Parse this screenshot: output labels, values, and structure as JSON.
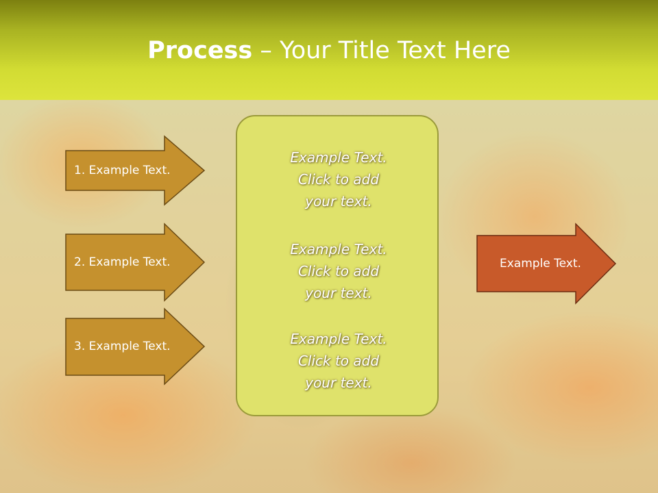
{
  "slide": {
    "title_bold": "Process",
    "title_rest": " – Your Title Text Here"
  },
  "left_arrows": [
    {
      "label": "1. Example Text."
    },
    {
      "label": "2. Example Text."
    },
    {
      "label": "3. Example Text."
    }
  ],
  "center_panel": {
    "blocks": [
      {
        "line1": "Example Text.",
        "line2": "Click  to add",
        "line3": "your text."
      },
      {
        "line1": "Example Text.",
        "line2": "Click  to add",
        "line3": "your text."
      },
      {
        "line1": "Example Text.",
        "line2": "Click  to add",
        "line3": "your text."
      }
    ]
  },
  "right_arrow": {
    "label": "Example Text."
  },
  "colors": {
    "header_accent": "#d2dc33",
    "left_arrow_fill": "#c5912e",
    "right_arrow_fill": "#c85a2a",
    "panel_fill": "#dfe26b"
  }
}
